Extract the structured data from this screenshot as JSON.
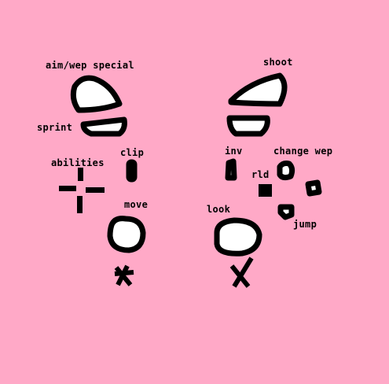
{
  "title": "",
  "labels": {
    "aim": "aim/wep special",
    "shoot": "shoot",
    "sprint": "sprint",
    "clip": "clip",
    "inv": "inv",
    "change_wep": "change wep",
    "abilities": "abilities",
    "rld": "rld",
    "move": "move",
    "look": "look",
    "jump": "jump"
  },
  "colors": {
    "background": "#FFA9C7",
    "ink": "#000000",
    "fill": "#FFFFFF"
  }
}
